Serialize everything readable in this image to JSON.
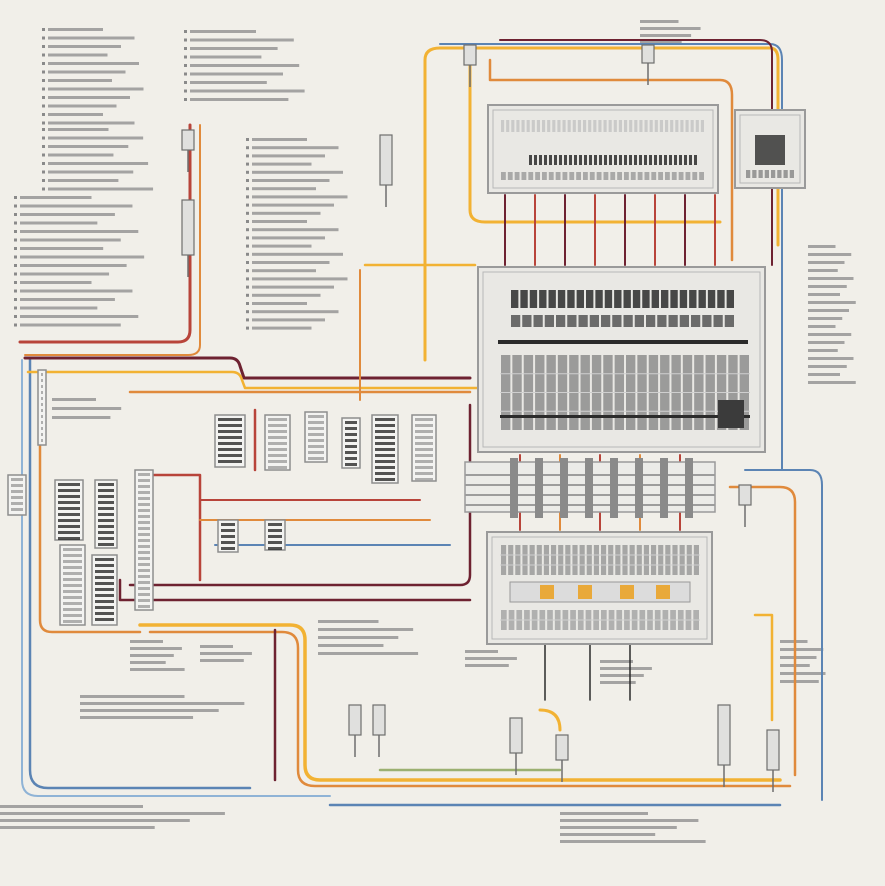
{
  "diagram": {
    "kind": "electrical wiring schematic",
    "printed_text": [],
    "colors": {
      "paper": "#f1efe9",
      "frame_line": "#9a9a9a",
      "dark_line": "#2b2b2b",
      "wire_yellow": "#f2b233",
      "wire_orange": "#e08a3c",
      "wire_red": "#b8443a",
      "wire_maroon": "#6e2231",
      "wire_blue": "#5b84b4",
      "wire_lightblue": "#8fb3d6",
      "wire_green": "#9bb071",
      "text_gray": "#8a8a8a",
      "component_amber": "#e9a93a"
    },
    "icons": {
      "panels": [
        "control-panel-top",
        "terminal-box-right",
        "main-breaker-panel",
        "busbar-rack",
        "relay-panel-lower"
      ],
      "modules": [
        "relay-module",
        "contactor-module",
        "fuse-block",
        "cable-connector"
      ]
    }
  }
}
